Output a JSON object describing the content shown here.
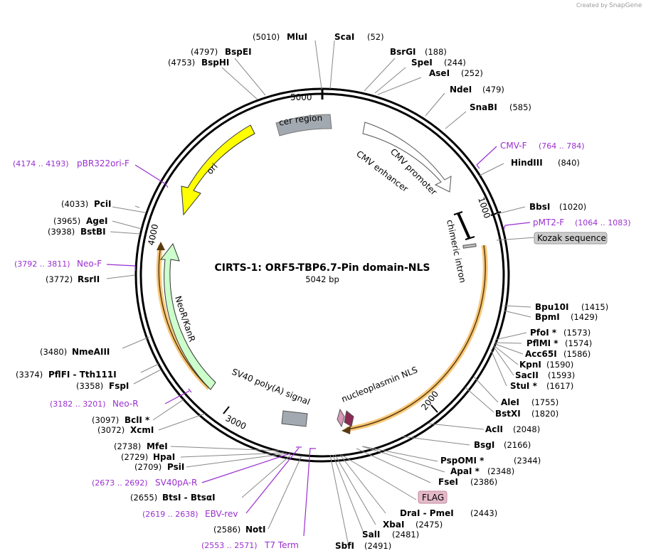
{
  "credit": {
    "created_by": "Created by",
    "brand": "SnapGene"
  },
  "plasmid": {
    "name": "CIRTS-1: ORF5-TBP6.7-Pin domain-NLS",
    "size": "5042 bp"
  },
  "ticks": [
    "5000",
    "1000",
    "2000",
    "3000",
    "4000"
  ],
  "features": {
    "cer": "cer region",
    "ori": "ori",
    "cmv_enhancer": "CMV enhancer",
    "cmv_promoter": "CMV promoter",
    "chimeric_intron": "chimeric intron",
    "neor": "NeoR/KanR",
    "sv40pa": "SV40 poly(A) signal",
    "nls": "nucleoplasmin NLS"
  },
  "callouts": {
    "kozak": "Kozak sequence",
    "flag": "FLAG"
  },
  "colors": {
    "backbone": "#000000",
    "ori": "#ffff00",
    "neor": "#ccffcc",
    "cer": "#a2a9b0",
    "sv40": "#a2a9b0",
    "orf_highlight": "#f8c878",
    "primer": "#9a2fd0",
    "flag": "#e4b9c8",
    "nls": "#8b2a52"
  },
  "sites": {
    "mlui": {
      "name": "MluI",
      "pos": "(5010)"
    },
    "scai": {
      "name": "ScaI",
      "pos": "(52)"
    },
    "bspei": {
      "name": "BspEI",
      "pos": "(4797)"
    },
    "bsphi": {
      "name": "BspHI",
      "pos": "(4753)"
    },
    "bsrgi": {
      "name": "BsrGI",
      "pos": "(188)"
    },
    "spei": {
      "name": "SpeI",
      "pos": "(244)"
    },
    "asei": {
      "name": "AseI",
      "pos": "(252)"
    },
    "ndei": {
      "name": "NdeI",
      "pos": "(479)"
    },
    "snabi": {
      "name": "SnaBI",
      "pos": "(585)"
    },
    "hindiii": {
      "name": "HindIII",
      "pos": "(840)"
    },
    "bbsi": {
      "name": "BbsI",
      "pos": "(1020)"
    },
    "pcii": {
      "name": "PciI",
      "pos": "(4033)"
    },
    "agei": {
      "name": "AgeI",
      "pos": "(3965)"
    },
    "bstbi": {
      "name": "BstBI",
      "pos": "(3938)"
    },
    "rsrii": {
      "name": "RsrII",
      "pos": "(3772)"
    },
    "bpu10i": {
      "name": "Bpu10I",
      "pos": "(1415)"
    },
    "bpmi": {
      "name": "BpmI",
      "pos": "(1429)"
    },
    "pfoi": {
      "name": "PfoI *",
      "pos": "(1573)"
    },
    "pflmi": {
      "name": "PflMI *",
      "pos": "(1574)"
    },
    "acc65i": {
      "name": "Acc65I",
      "pos": "(1586)"
    },
    "kpni": {
      "name": "KpnI",
      "pos": "(1590)"
    },
    "sacii": {
      "name": "SacII",
      "pos": "(1593)"
    },
    "stui": {
      "name": "StuI *",
      "pos": "(1617)"
    },
    "alei": {
      "name": "AleI",
      "pos": "(1755)"
    },
    "bstxi": {
      "name": "BstXI",
      "pos": "(1820)"
    },
    "acli": {
      "name": "AclI",
      "pos": "(2048)"
    },
    "bsgi": {
      "name": "BsgI",
      "pos": "(2166)"
    },
    "pspomi": {
      "name": "PspOMI *",
      "pos": "(2344)"
    },
    "apai": {
      "name": "ApaI *",
      "pos": "(2348)"
    },
    "fsei": {
      "name": "FseI",
      "pos": "(2386)"
    },
    "drai_pmei": {
      "name": "DraI  - PmeI",
      "pos": "(2443)"
    },
    "xbai": {
      "name": "XbaI",
      "pos": "(2475)"
    },
    "sali": {
      "name": "SalI",
      "pos": "(2481)"
    },
    "sbfi": {
      "name": "SbfI",
      "pos": "(2491)"
    },
    "nmeaiii": {
      "name": "NmeAIII",
      "pos": "(3480)"
    },
    "pflfi_tth": {
      "name": "PflFI  - Tth111I",
      "pos": "(3374)"
    },
    "fspi": {
      "name": "FspI",
      "pos": "(3358)"
    },
    "bcli": {
      "name": "BclI *",
      "pos": "(3097)"
    },
    "xcmi": {
      "name": "XcmI",
      "pos": "(3072)"
    },
    "mfei": {
      "name": "MfeI",
      "pos": "(2738)"
    },
    "hpai": {
      "name": "HpaI",
      "pos": "(2729)"
    },
    "psii": {
      "name": "PsiI",
      "pos": "(2709)"
    },
    "btsi": {
      "name": "BtsI  - BtsαI",
      "pos": "(2655)"
    },
    "noti": {
      "name": "NotI",
      "pos": "(2586)"
    }
  },
  "primers": {
    "cmvf": {
      "name": "CMV-F",
      "range": "(764 .. 784)"
    },
    "pmt2f": {
      "name": "pMT2-F",
      "range": "(1064 .. 1083)"
    },
    "pbr322": {
      "name": "pBR322ori-F",
      "range": "(4174 .. 4193)"
    },
    "neof": {
      "name": "Neo-F",
      "range": "(3792 .. 3811)"
    },
    "neor": {
      "name": "Neo-R",
      "range": "(3182 .. 3201)"
    },
    "sv40par": {
      "name": "SV40pA-R",
      "range": "(2673 .. 2692)"
    },
    "ebvrev": {
      "name": "EBV-rev",
      "range": "(2619 .. 2638)"
    },
    "t7term": {
      "name": "T7 Term",
      "range": "(2553 .. 2571)"
    }
  }
}
